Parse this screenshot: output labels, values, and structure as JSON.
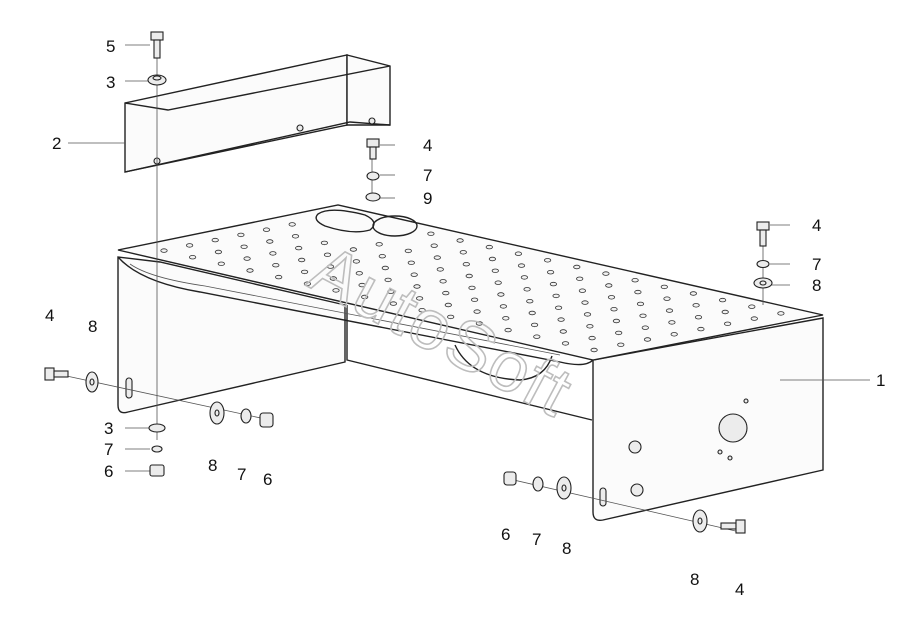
{
  "watermark": {
    "text": "AutoSoft"
  },
  "callouts": {
    "c_5_top": "5",
    "c_3_top": "3",
    "c_2": "2",
    "c_4_mid": "4",
    "c_7_mid": "7",
    "c_9": "9",
    "c_4_right": "4",
    "c_7_right": "7",
    "c_8_right": "8",
    "c_1": "1",
    "c_4_left": "4",
    "c_8_left": "8",
    "c_3_bottom": "3",
    "c_7_bottom_left": "7",
    "c_6_bottom_left": "6",
    "c_8_lower": "8",
    "c_7_lower": "7",
    "c_6_lower": "6",
    "c_6_br": "6",
    "c_7_br": "7",
    "c_8_br": "8",
    "c_8_br_bottom": "8",
    "c_4_br_bottom": "4"
  }
}
